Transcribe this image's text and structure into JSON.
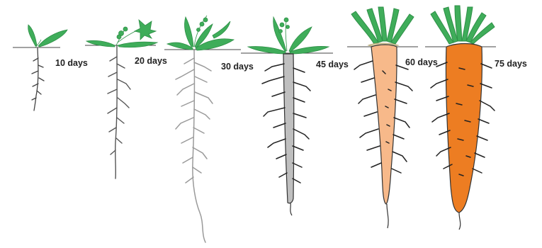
{
  "stages": [
    {
      "label": "10 days",
      "root": "seedling",
      "color": "#444444"
    },
    {
      "label": "20 days",
      "root": "thin-taproot",
      "color": "#555555"
    },
    {
      "label": "30 days",
      "root": "thin-taproot",
      "color": "#9a9a9a"
    },
    {
      "label": "45 days",
      "root": "thickened-taproot",
      "color": "#bfbfbf"
    },
    {
      "label": "60 days",
      "root": "carrot",
      "color": "#f7b98a"
    },
    {
      "label": "75 days",
      "root": "carrot",
      "color": "#ed7d22"
    }
  ],
  "colors": {
    "foliage": "#3fad5a",
    "foliage_dark": "#2e8f47",
    "soil_line": "#444444",
    "root_outline": "#333333"
  }
}
